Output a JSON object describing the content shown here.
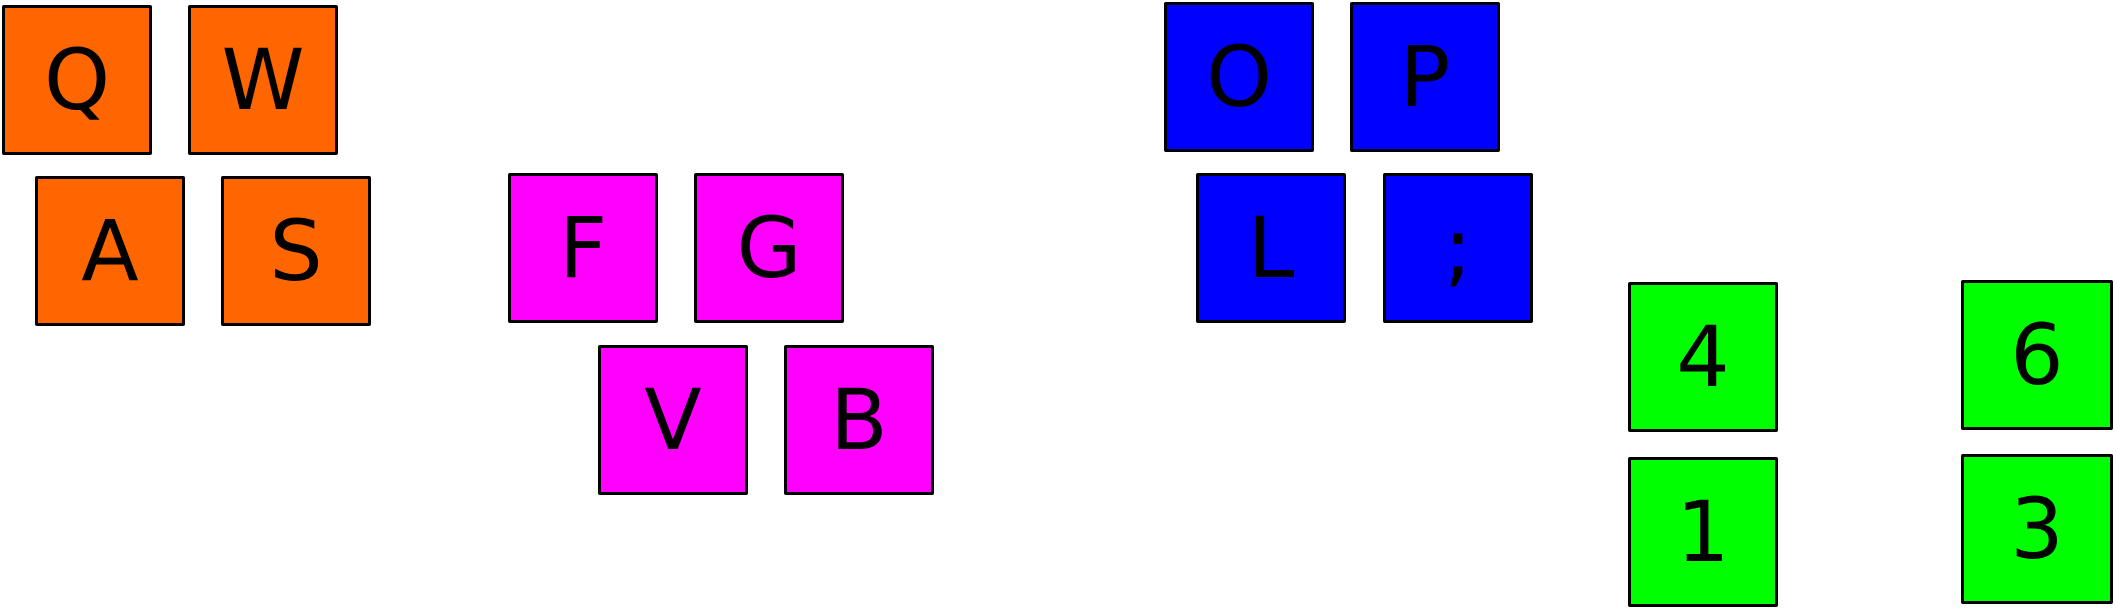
{
  "colors": {
    "orange": "#ff6600",
    "magenta": "#ff00ff",
    "blue": "#0000ff",
    "green": "#00ff00",
    "border": "#000000"
  },
  "groups": {
    "orange": {
      "keys": [
        "Q",
        "W",
        "A",
        "S"
      ]
    },
    "magenta": {
      "keys": [
        "F",
        "G",
        "V",
        "B"
      ]
    },
    "blue": {
      "keys": [
        "O",
        "P",
        "L",
        ";"
      ]
    },
    "green": {
      "keys": [
        "4",
        "6",
        "1",
        "3"
      ]
    }
  }
}
